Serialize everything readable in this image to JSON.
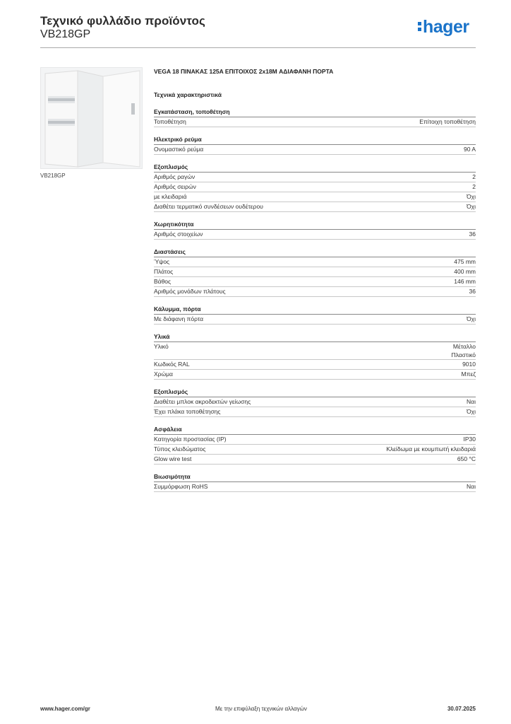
{
  "header": {
    "title": "Τεχνικό φυλλάδιο προϊόντος",
    "code": "VB218GP",
    "logo_text": "hager",
    "brand_color": "#1a73c9"
  },
  "image_caption": "VB218GP",
  "product_name": "VEGA 18 ΠΙΝΑΚΑΣ 125A ΕΠΙΤΟΙΧΟΣ 2x18M ΑΔΙΑΦΑΝΗ ΠΟΡΤΑ",
  "tech_title": "Τεχνικά χαρακτηριστικά",
  "sections": [
    {
      "title": "Εγκατάσταση, τοποθέτηση",
      "rows": [
        {
          "label": "Τοποθέτηση",
          "value": [
            "Επίτοιχη τοποθέτηση"
          ]
        }
      ]
    },
    {
      "title": "Ηλεκτρικό ρεύμα",
      "rows": [
        {
          "label": "Ονομαστικό ρεύμα",
          "value": [
            "90 A"
          ]
        }
      ]
    },
    {
      "title": "Εξοπλισμός",
      "rows": [
        {
          "label": "Αριθμός ραγών",
          "value": [
            "2"
          ]
        },
        {
          "label": "Αριθμός σειρών",
          "value": [
            "2"
          ]
        },
        {
          "label": "με κλειδαριά",
          "value": [
            "Όχι"
          ]
        },
        {
          "label": "Διαθέτει τερματικό συνδέσεων ουδέτερου",
          "value": [
            "Όχι"
          ]
        }
      ]
    },
    {
      "title": "Χωρητικότητα",
      "rows": [
        {
          "label": "Αριθμός στοιχείων",
          "value": [
            "36"
          ]
        }
      ]
    },
    {
      "title": "Διαστάσεις",
      "rows": [
        {
          "label": "Ύψος",
          "value": [
            "475 mm"
          ]
        },
        {
          "label": "Πλάτος",
          "value": [
            "400 mm"
          ]
        },
        {
          "label": "Βάθος",
          "value": [
            "146 mm"
          ]
        },
        {
          "label": "Αριθμός μονάδων πλάτους",
          "value": [
            "36"
          ]
        }
      ]
    },
    {
      "title": "Κάλυμμα, πόρτα",
      "rows": [
        {
          "label": "Με διάφανη πόρτα",
          "value": [
            "Όχι"
          ]
        }
      ]
    },
    {
      "title": "Υλικά",
      "rows": [
        {
          "label": "Υλικό",
          "value": [
            "Μέταλλο",
            "Πλαστικό"
          ]
        },
        {
          "label": "Κωδικός RAL",
          "value": [
            "9010"
          ]
        },
        {
          "label": "Χρώμα",
          "value": [
            "Μπεζ"
          ]
        }
      ]
    },
    {
      "title": "Εξοπλισμός",
      "rows": [
        {
          "label": "Διαθέτει μπλοκ ακροδεκτών γείωσης",
          "value": [
            "Ναι"
          ]
        },
        {
          "label": "Έχει πλάκα τοποθέτησης",
          "value": [
            "Όχι"
          ]
        }
      ]
    },
    {
      "title": "Ασφάλεια",
      "rows": [
        {
          "label": "Κατηγορία προστασίας (IP)",
          "value": [
            "IP30"
          ]
        },
        {
          "label": "Τύπος κλειδώματος",
          "value": [
            "Κλείδωμα με κουμπωτή κλειδαριά"
          ]
        },
        {
          "label": "Glow wire test",
          "value": [
            "650 °C"
          ]
        }
      ]
    },
    {
      "title": "Βιωσιμότητα",
      "rows": [
        {
          "label": "Συμμόρφωση RoHS",
          "value": [
            "Ναι"
          ]
        }
      ]
    }
  ],
  "footer": {
    "website": "www.hager.com/gr",
    "note": "Με την επιφύλαξη τεχνικών αλλαγών",
    "date": "30.07.2025"
  }
}
